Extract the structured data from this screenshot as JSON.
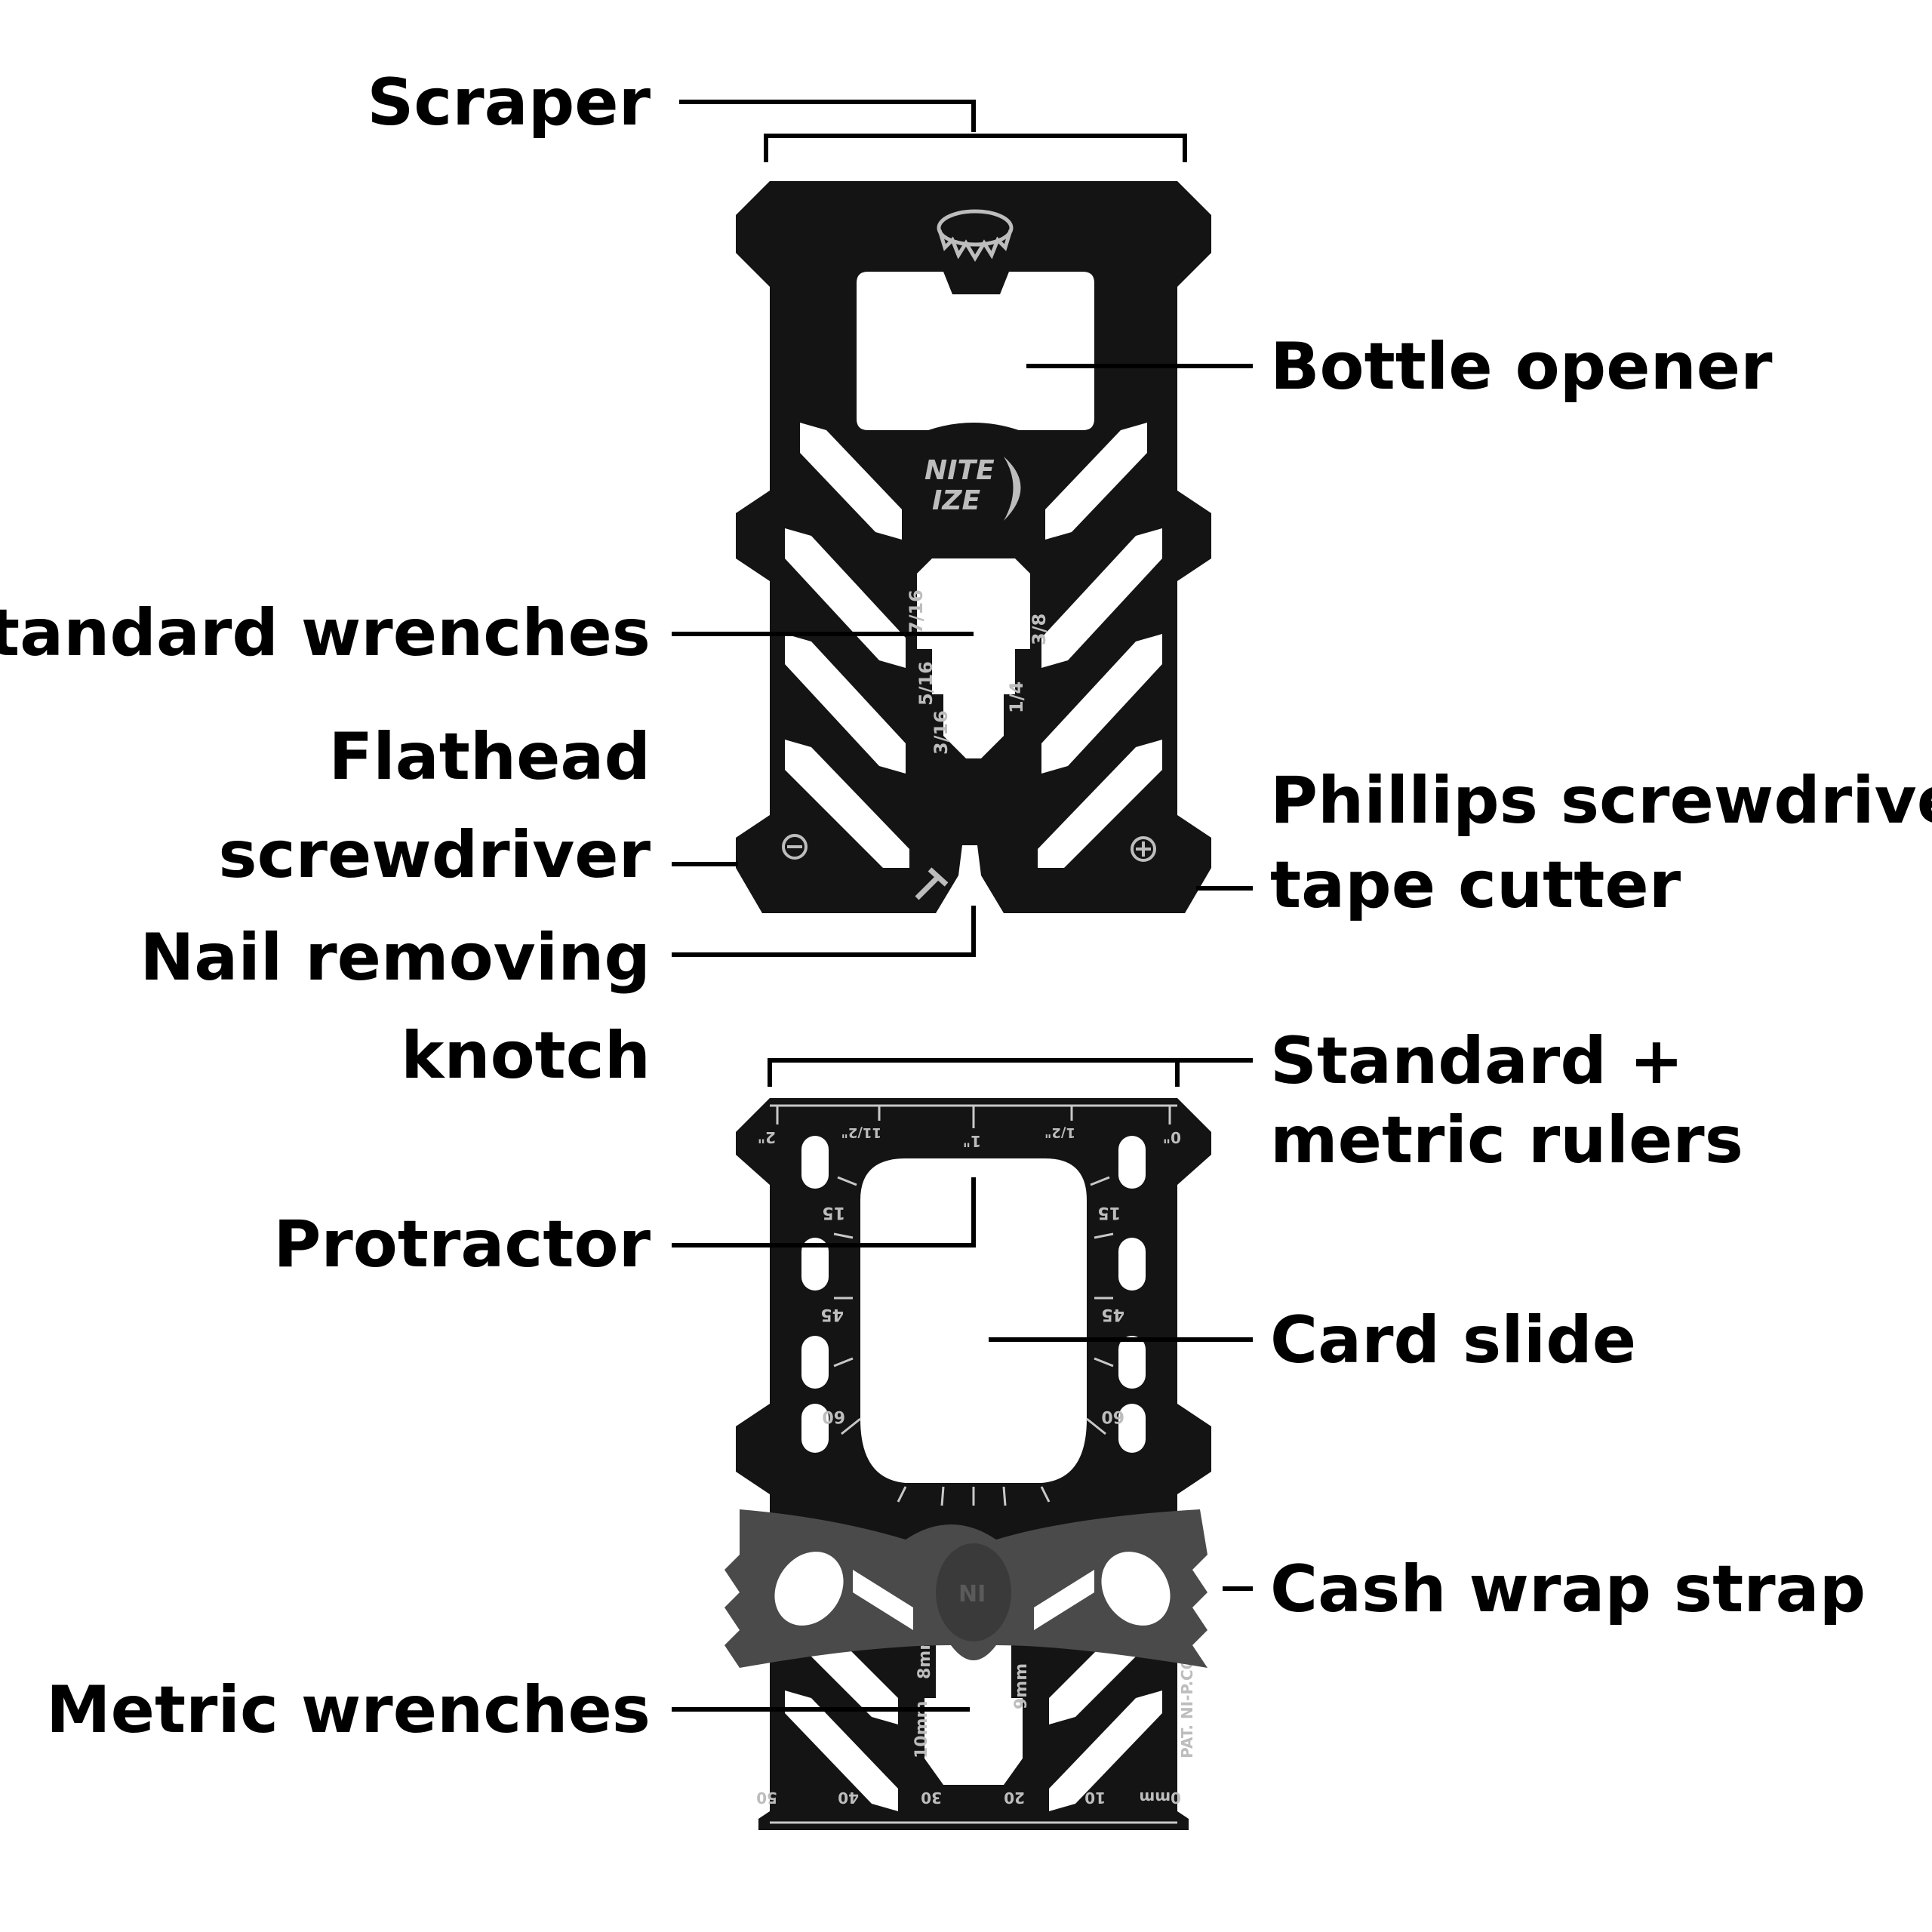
{
  "callouts": {
    "scraper": "Scraper",
    "bottle_opener": "Bottle opener",
    "standard_wrenches": "Standard wrenches",
    "flathead_l1": "Flathead",
    "flathead_l2": "screwdriver",
    "phillips_l1": "Phillips screwdriver/",
    "phillips_l2": "tape cutter",
    "nail_l1": "Nail removing",
    "nail_l2": "knotch",
    "rulers_l1": "Standard +",
    "rulers_l2": "metric rulers",
    "protractor": "Protractor",
    "card_slide": "Card slide",
    "cash_wrap": "Cash wrap strap",
    "metric_wrenches": "Metric wrenches"
  },
  "tool_markings": {
    "brand_l1": "NITE",
    "brand_l2": "IZE",
    "wrench_716": "7/16",
    "wrench_38": "3/8",
    "wrench_516": "5/16",
    "wrench_14": "1/4",
    "wrench_316": "3/16",
    "inch_2": "2\"",
    "inch_1half_a": "11/2\"",
    "inch_1": "1\"",
    "inch_half": "1/2\"",
    "inch_0": "0\"",
    "deg_15": "15",
    "deg_45": "45",
    "deg_60": "60",
    "mm_8": "8mm",
    "mm_9": "9mm",
    "mm_10": "10mm",
    "patent": "PAT. NI-P.CO",
    "ruler_50": "50",
    "ruler_40": "40",
    "ruler_30": "30",
    "ruler_20": "20",
    "ruler_10": "10",
    "ruler_0mm": "0mm",
    "strap_logo": "NI"
  },
  "colors": {
    "tool_body": "#141414",
    "strap": "#4a4a4a",
    "marking": "#bdbdbd",
    "line": "#000000"
  }
}
